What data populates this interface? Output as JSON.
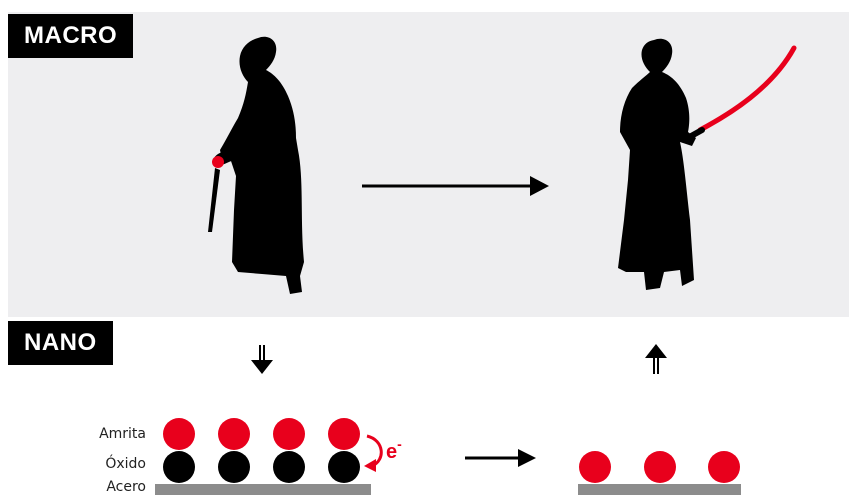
{
  "sections": {
    "macro_label": "MACRO",
    "nano_label": "NANO"
  },
  "layers": {
    "top": "Amrita",
    "middle": "Óxido",
    "bottom": "Acero"
  },
  "electron": {
    "symbol": "e",
    "charge": "-"
  },
  "icons": {
    "before_figure": "samurai-sheathed-sword-icon",
    "after_figure": "samurai-drawn-red-sword-icon",
    "down_arrow": "double-down-arrow-icon",
    "up_arrow": "double-up-arrow-icon"
  },
  "colors": {
    "panel_background": "#eeeef0",
    "accent_red": "#e8001c",
    "silhouette": "#000000",
    "steel": "#8c8c8c"
  }
}
